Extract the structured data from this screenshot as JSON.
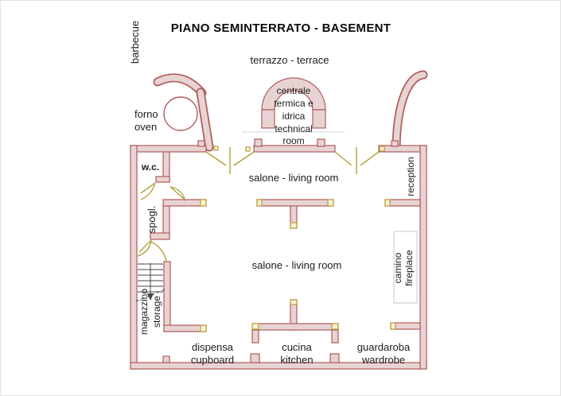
{
  "page": {
    "title": "PIANO SEMINTERRATO - BASEMENT"
  },
  "areas": {
    "terrace": "terrazzo - terrace",
    "barbecue": "barbecue",
    "oven": {
      "line1": "forno",
      "line2": "oven"
    },
    "technical_room": {
      "lines": [
        "centrale",
        "termica e",
        "idrica",
        "technical",
        "room"
      ]
    },
    "wc": "w.c.",
    "changing_room": "spogl.",
    "reception": "reception",
    "living_room_upper": "salone - living room",
    "living_room_lower": "salone - living room",
    "fireplace": {
      "line1": "camino",
      "line2": "fireplace"
    },
    "storage": {
      "line1": "magazzino",
      "line2": "storage"
    },
    "cupboard": {
      "line1": "dispensa",
      "line2": "cupboard"
    },
    "kitchen": {
      "line1": "cucina",
      "line2": "kitchen"
    },
    "wardrobe": {
      "line1": "guardaroba",
      "line2": "wardrobe"
    }
  },
  "colors": {
    "wall_fill": "#e8d3d3",
    "wall_stroke": "#b05c5c",
    "door": "#b4a03c",
    "text": "#1c1c1c",
    "fireplace_outline": "#c9c9c9"
  }
}
